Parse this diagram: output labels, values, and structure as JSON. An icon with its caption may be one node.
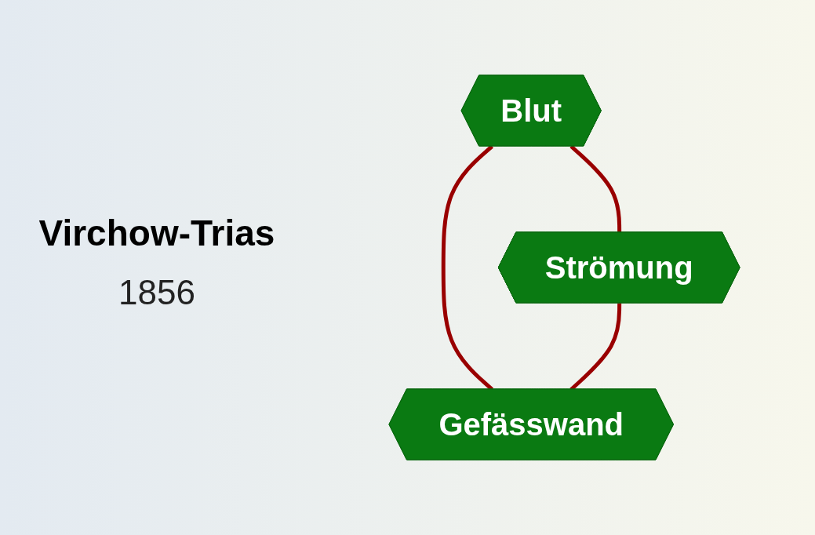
{
  "diagram": {
    "title": "Virchow-Trias",
    "nodes": [
      {
        "text": [
          "Blut"
        ]
      },
      {
        "text": [
          "Strömung"
        ]
      },
      {
        "text": [
          "Gefässwand"
        ]
      }
    ],
    "edges": [
      {
        "from": 0,
        "to": 1,
        "arrow": "none"
      },
      {
        "from": 0,
        "to": 2,
        "arrow": "none"
      },
      {
        "from": 1,
        "to": 2,
        "arrow": "none"
      }
    ],
    "labels": [
      "1856"
    ]
  }
}
